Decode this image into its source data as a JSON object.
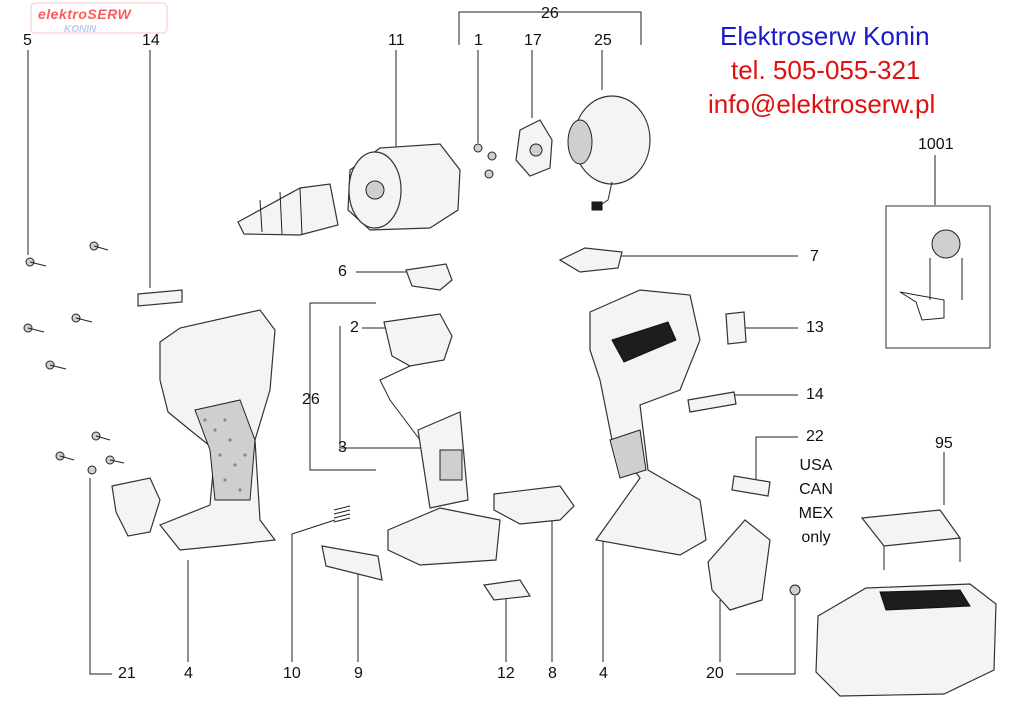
{
  "logo": {
    "name": "elektroSERW",
    "sub": "KONIN"
  },
  "contact": {
    "company": "Elektroserw Konin",
    "phone": "tel. 505-055-321",
    "email": "info@elektroserw.pl"
  },
  "labels": {
    "l5": "5",
    "l14a": "14",
    "l11": "11",
    "l26top": "26",
    "l1": "1",
    "l17": "17",
    "l25": "25",
    "l1001": "1001",
    "l7": "7",
    "l6": "6",
    "l2": "2",
    "l13": "13",
    "l26mid": "26",
    "l14b": "14",
    "l3": "3",
    "l22": "22",
    "l95": "95",
    "l21": "21",
    "l4a": "4",
    "l10": "10",
    "l9": "9",
    "l12": "12",
    "l8": "8",
    "l4b": "4",
    "l20": "20"
  },
  "market_note": [
    "USA",
    "CAN",
    "MEX",
    "only"
  ],
  "colors": {
    "company": "#1a1acc",
    "phone": "#e01010",
    "email": "#e01010"
  }
}
